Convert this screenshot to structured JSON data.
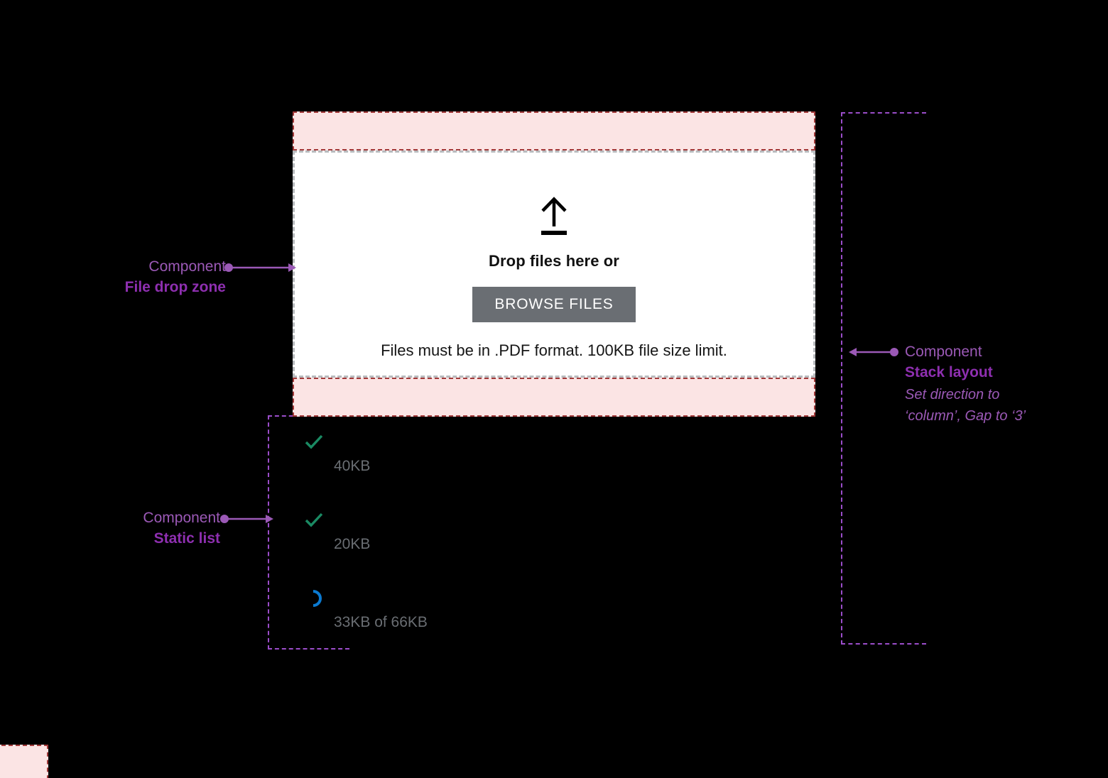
{
  "dropzone": {
    "icon": "upload-arrow-icon",
    "title": "Drop files here or",
    "browse_label": "BROWSE FILES",
    "hint": "Files must be in .PDF format. 100KB file size limit.",
    "button_color": "#6a6e73",
    "border_style": "dashed",
    "border_color": "#b8bbbe"
  },
  "spacing": {
    "band_fill": "#fbe4e4",
    "band_border": "#a33a3a"
  },
  "file_list": [
    {
      "name": "",
      "meta": "40KB",
      "status": "complete",
      "status_icon": "check-icon",
      "status_color": "#1a8a63"
    },
    {
      "name": "",
      "meta": "20KB",
      "status": "complete",
      "status_icon": "check-icon",
      "status_color": "#1a8a63"
    },
    {
      "name": "",
      "meta": "33KB of 66KB",
      "status": "uploading",
      "status_icon": "spinner-icon",
      "status_color": "#0b7ad1"
    }
  ],
  "annotations": {
    "dropzone": {
      "kind": "Component",
      "name": "File drop zone"
    },
    "stack": {
      "kind": "Component",
      "name": "Stack layout",
      "note_line1": "Set direction to",
      "note_line2": "‘column’, Gap to ‘3’"
    },
    "list": {
      "kind": "Component",
      "name": "Static list"
    }
  },
  "colors": {
    "annotation_purple": "#9b59b6",
    "annotation_purple_bold": "#8e2fb0",
    "outline_dashed": "#9b4dca",
    "background": "#000000"
  }
}
